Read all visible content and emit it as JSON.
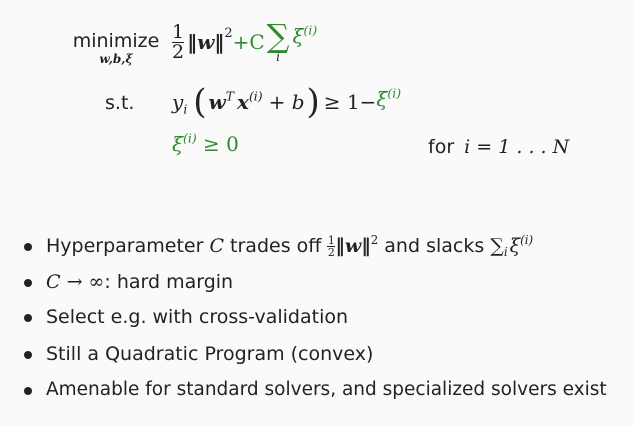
{
  "formula": {
    "minimize_label": "minimize",
    "minimize_sub": "w,b,ξ",
    "half_num": "1",
    "half_den": "2",
    "norm_w": "‖w‖",
    "sq": "2",
    "plus_c": "+C",
    "sum_symbol": "∑",
    "sum_index": "i",
    "xi": "ξ",
    "i_sup": "(i)",
    "st_label": "s.t.",
    "y": "y",
    "y_sub": "i",
    "w": "w",
    "T": "T",
    "x": "x",
    "plus_b": "+ b",
    "geq_one_minus": "≥ 1−",
    "xi_geq_zero": "≥ 0",
    "for_label": "for",
    "for_range": "i = 1 . . . N"
  },
  "bullets": [
    {
      "part1": "Hyperparameter ",
      "c_symbol": "C",
      "part2": " trades off ",
      "frac_num": "1",
      "frac_den": "2",
      "norm": "‖w‖",
      "sq": "2",
      "part3": " and slacks ",
      "sum": "∑",
      "sum_sub": "i",
      "xi": "ξ",
      "xi_sup": "(i)"
    },
    {
      "c_symbol": "C",
      "arrow_inf": " → ∞",
      "rest": ": hard margin"
    },
    {
      "text": "Select e.g. with cross-validation"
    },
    {
      "text": "Still a Quadratic Program (convex)"
    },
    {
      "text": "Amenable for standard solvers, and specialized solvers exist"
    }
  ],
  "colors": {
    "accent_green": "#2e8b2e",
    "text": "#222222",
    "background": "#fafafa"
  }
}
